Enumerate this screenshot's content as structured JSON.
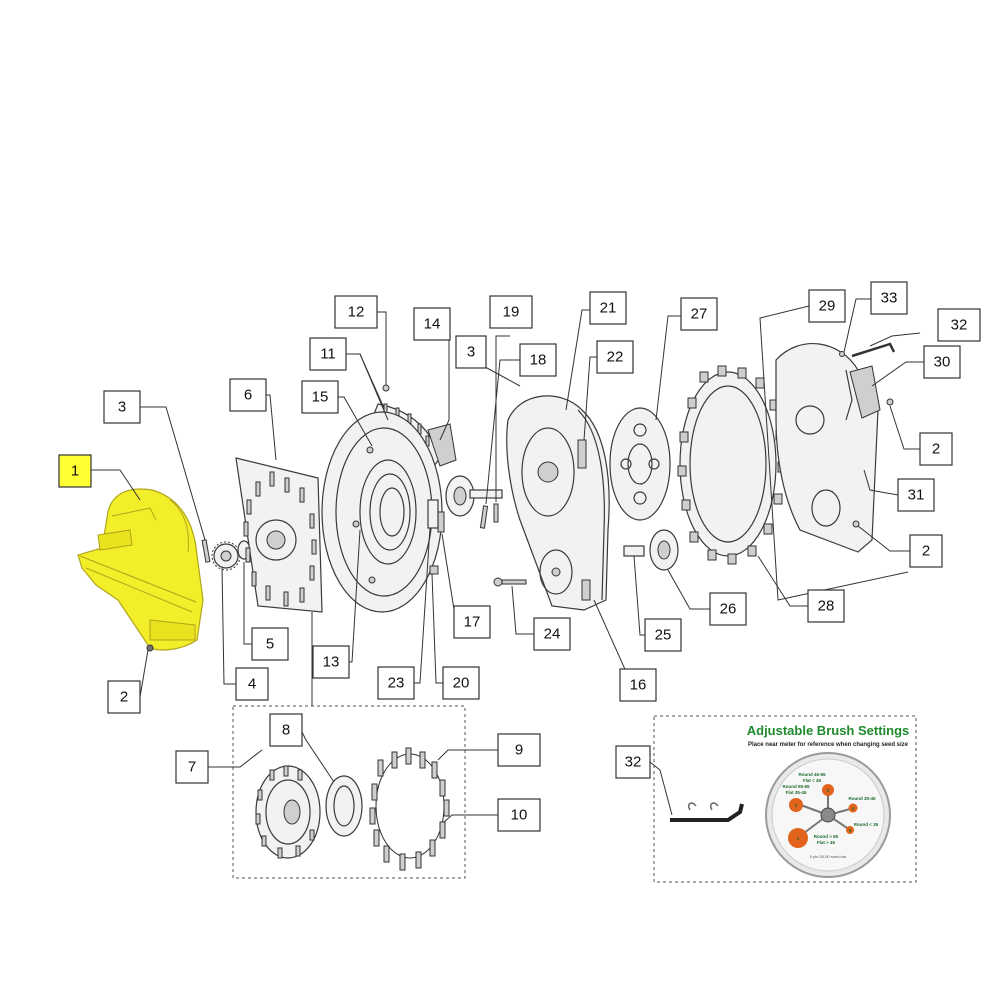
{
  "callouts": [
    {
      "id": "1",
      "label": "1",
      "highlight": true
    },
    {
      "id": "2a",
      "label": "2"
    },
    {
      "id": "3a",
      "label": "3"
    },
    {
      "id": "4",
      "label": "4"
    },
    {
      "id": "5",
      "label": "5"
    },
    {
      "id": "6",
      "label": "6"
    },
    {
      "id": "7",
      "label": "7"
    },
    {
      "id": "8",
      "label": "8"
    },
    {
      "id": "9",
      "label": "9"
    },
    {
      "id": "10",
      "label": "10"
    },
    {
      "id": "11",
      "label": "11"
    },
    {
      "id": "12",
      "label": "12"
    },
    {
      "id": "13",
      "label": "13"
    },
    {
      "id": "14",
      "label": "14"
    },
    {
      "id": "15",
      "label": "15"
    },
    {
      "id": "16",
      "label": "16"
    },
    {
      "id": "17",
      "label": "17"
    },
    {
      "id": "18",
      "label": "18"
    },
    {
      "id": "19",
      "label": "19"
    },
    {
      "id": "20",
      "label": "20"
    },
    {
      "id": "21",
      "label": "21"
    },
    {
      "id": "22",
      "label": "22"
    },
    {
      "id": "23",
      "label": "23"
    },
    {
      "id": "24",
      "label": "24"
    },
    {
      "id": "25",
      "label": "25"
    },
    {
      "id": "26",
      "label": "26"
    },
    {
      "id": "27",
      "label": "27"
    },
    {
      "id": "28",
      "label": "28"
    },
    {
      "id": "29",
      "label": "29"
    },
    {
      "id": "30",
      "label": "30"
    },
    {
      "id": "31",
      "label": "31"
    },
    {
      "id": "32a",
      "label": "32"
    },
    {
      "id": "33",
      "label": "33"
    },
    {
      "id": "3b",
      "label": "3"
    },
    {
      "id": "2b",
      "label": "2"
    },
    {
      "id": "2c",
      "label": "2"
    },
    {
      "id": "32b",
      "label": "32"
    }
  ],
  "brush_card": {
    "title": "Adjustable Brush Settings",
    "subtitle": "Place near meter for reference when changing seed size",
    "settings": [
      {
        "pos": "1",
        "text": "Round > 65"
      },
      {
        "pos": "1",
        "text": "Flat > 45"
      },
      {
        "pos": "2",
        "text": "Round 55-65"
      },
      {
        "pos": "2",
        "text": "Flat 35-45"
      },
      {
        "pos": "3",
        "text": "Round 45-55"
      },
      {
        "pos": "3",
        "text": "Flat < 45"
      },
      {
        "pos": "4",
        "text": "Round 35-45"
      },
      {
        "pos": "5",
        "text": "Round < 35"
      }
    ],
    "footnote": "5 pts 35-50 seed bar"
  },
  "colors": {
    "highlight": "#ffff33",
    "part_highlight": "#f3ee2a",
    "card_title": "#1f8a2e",
    "knob": "#e2641c"
  }
}
